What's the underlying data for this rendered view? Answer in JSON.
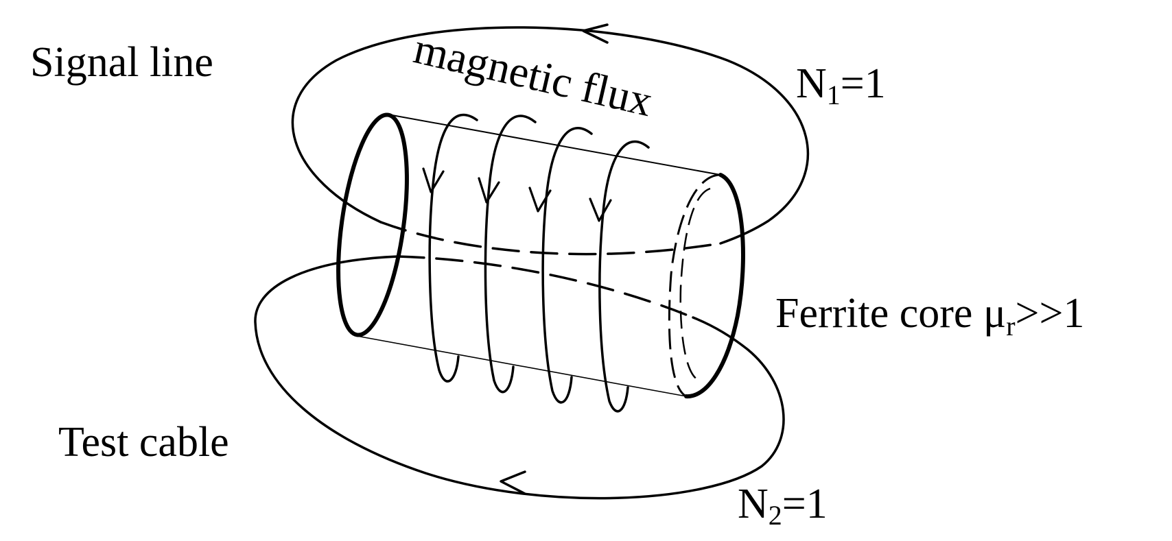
{
  "labels": {
    "signal_line": "Signal line",
    "test_cable": "Test cable",
    "magnetic_flux": "magnetic flux",
    "ferrite_core": "Ferrite core μ",
    "ferrite_sub": "r",
    "ferrite_tail": ">>1",
    "n1_base": "N",
    "n1_sub": "1",
    "n1_tail": "=1",
    "n2_base": "N",
    "n2_sub": "2",
    "n2_tail": "=1"
  },
  "colors": {
    "ink": "#000000",
    "background": "#ffffff"
  }
}
